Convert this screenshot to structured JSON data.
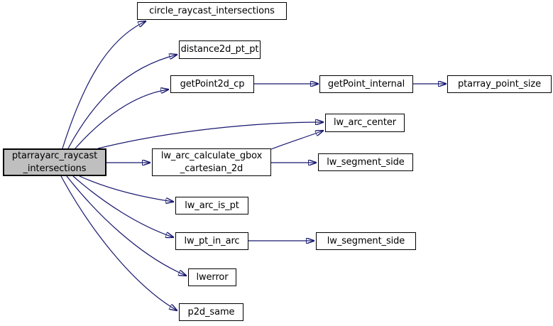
{
  "diagram": {
    "kind": "call-graph",
    "root_function": "ptarrayarc_raycast_intersections"
  },
  "colors": {
    "edge": "#191970",
    "root_fill": "#bfbfbf",
    "node_fill": "#ffffff",
    "node_border": "#000000",
    "text": "#000000"
  },
  "nodes": [
    {
      "id": "ptarrayarc_raycast_intersections",
      "label": "ptarrayarc_raycast\n_intersections",
      "kind": "root"
    },
    {
      "id": "circle_raycast_intersections",
      "label": "circle_raycast_intersections",
      "kind": "callee"
    },
    {
      "id": "distance2d_pt_pt",
      "label": "distance2d_pt_pt",
      "kind": "callee"
    },
    {
      "id": "getPoint2d_cp",
      "label": "getPoint2d_cp",
      "kind": "callee"
    },
    {
      "id": "getPoint_internal",
      "label": "getPoint_internal",
      "kind": "callee"
    },
    {
      "id": "ptarray_point_size",
      "label": "ptarray_point_size",
      "kind": "callee"
    },
    {
      "id": "lw_arc_center",
      "label": "lw_arc_center",
      "kind": "callee"
    },
    {
      "id": "lw_arc_calculate_gbox_cartesian_2d",
      "label": "lw_arc_calculate_gbox\n_cartesian_2d",
      "kind": "callee"
    },
    {
      "id": "lw_segment_side_1",
      "label": "lw_segment_side",
      "kind": "callee"
    },
    {
      "id": "lw_arc_is_pt",
      "label": "lw_arc_is_pt",
      "kind": "callee"
    },
    {
      "id": "lw_pt_in_arc",
      "label": "lw_pt_in_arc",
      "kind": "callee"
    },
    {
      "id": "lw_segment_side_2",
      "label": "lw_segment_side",
      "kind": "callee"
    },
    {
      "id": "lwerror",
      "label": "lwerror",
      "kind": "callee"
    },
    {
      "id": "p2d_same",
      "label": "p2d_same",
      "kind": "callee"
    }
  ],
  "edges": [
    {
      "from": "ptarrayarc_raycast_intersections",
      "to": "circle_raycast_intersections"
    },
    {
      "from": "ptarrayarc_raycast_intersections",
      "to": "distance2d_pt_pt"
    },
    {
      "from": "ptarrayarc_raycast_intersections",
      "to": "getPoint2d_cp"
    },
    {
      "from": "ptarrayarc_raycast_intersections",
      "to": "lw_arc_center"
    },
    {
      "from": "ptarrayarc_raycast_intersections",
      "to": "lw_arc_calculate_gbox_cartesian_2d"
    },
    {
      "from": "ptarrayarc_raycast_intersections",
      "to": "lw_arc_is_pt"
    },
    {
      "from": "ptarrayarc_raycast_intersections",
      "to": "lw_pt_in_arc"
    },
    {
      "from": "ptarrayarc_raycast_intersections",
      "to": "lwerror"
    },
    {
      "from": "ptarrayarc_raycast_intersections",
      "to": "p2d_same"
    },
    {
      "from": "getPoint2d_cp",
      "to": "getPoint_internal"
    },
    {
      "from": "getPoint_internal",
      "to": "ptarray_point_size"
    },
    {
      "from": "lw_arc_calculate_gbox_cartesian_2d",
      "to": "lw_arc_center"
    },
    {
      "from": "lw_arc_calculate_gbox_cartesian_2d",
      "to": "lw_segment_side_1"
    },
    {
      "from": "lw_pt_in_arc",
      "to": "lw_segment_side_2"
    }
  ]
}
